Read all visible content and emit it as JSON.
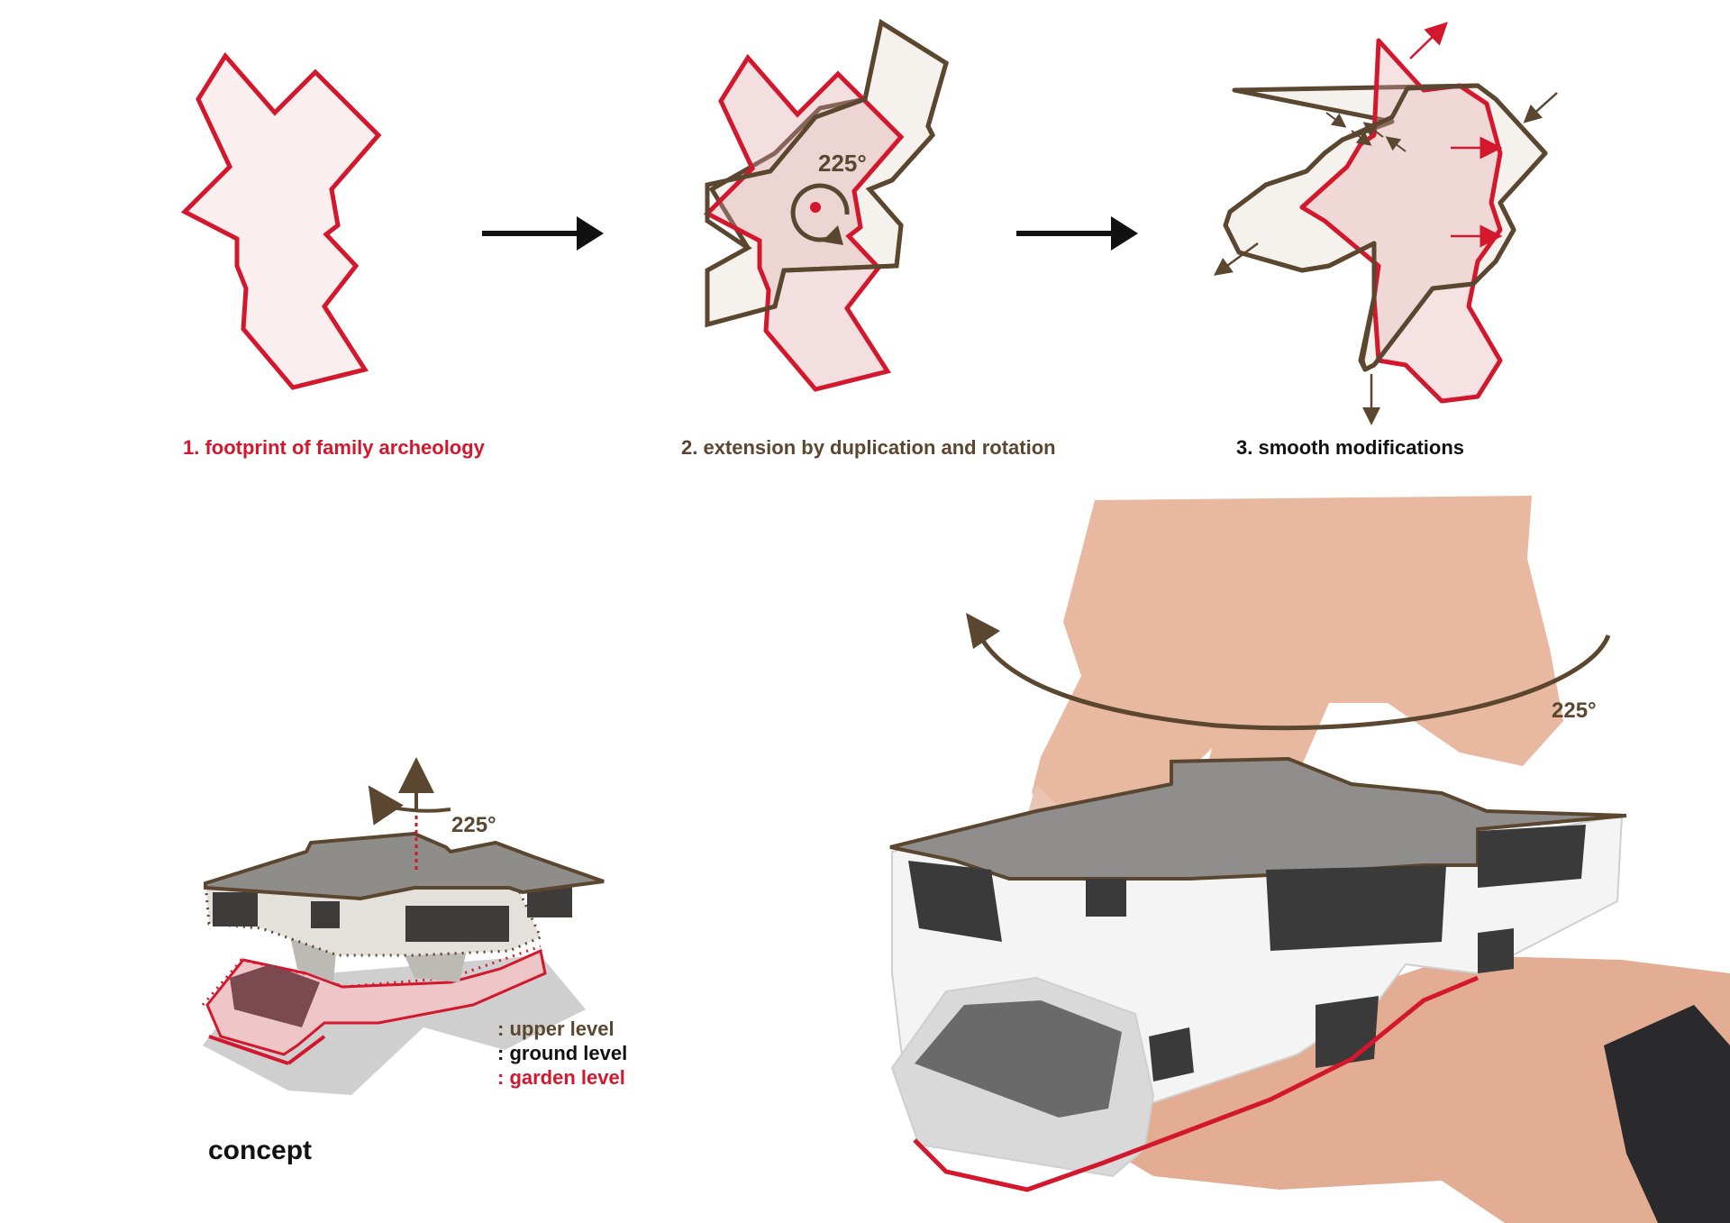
{
  "captions": {
    "step1": "1. footprint of family archeology",
    "step2": "2. extension by duplication and rotation",
    "step3": "3. smooth modifications"
  },
  "angles": {
    "step2_angle": "225°",
    "concept_angle": "225°",
    "photo_angle": "225°"
  },
  "legend": {
    "upper": ": upper level",
    "ground": ": ground level",
    "garden": ": garden level"
  },
  "concept_label": "concept",
  "colors": {
    "red": "#d3172c",
    "brown": "#5b4630",
    "pink_fill": "#fbeeee",
    "beige_fill": "#f5f1ec"
  }
}
